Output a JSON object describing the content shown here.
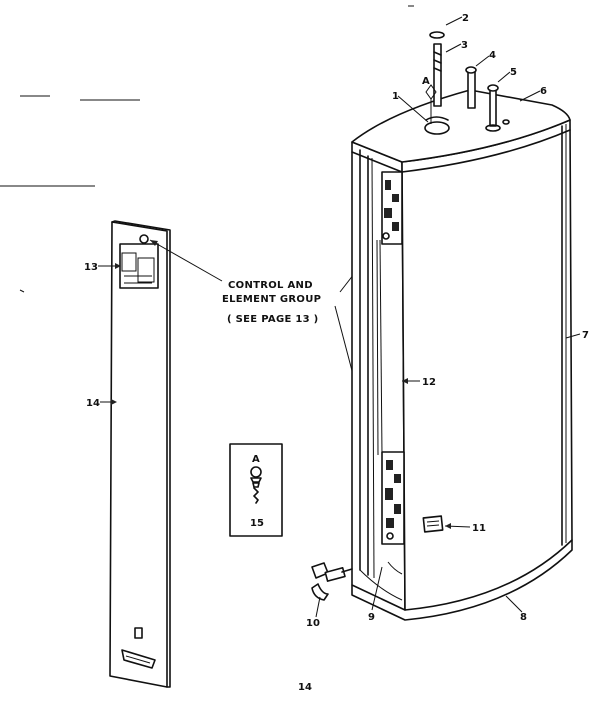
{
  "callout": {
    "line1": "CONTROL AND",
    "line2": "ELEMENT GROUP",
    "line3": "( SEE PAGE 13 )"
  },
  "labels": {
    "p1": "1",
    "p2": "2",
    "p3": "3",
    "p4": "4",
    "p5": "5",
    "p6": "6",
    "p7": "7",
    "p8": "8",
    "p9": "9",
    "p10": "10",
    "p11": "11",
    "p12": "12",
    "p13": "13",
    "p14": "14",
    "p15": "15",
    "a_top": "A",
    "a_inset": "A"
  },
  "page_number": "14"
}
